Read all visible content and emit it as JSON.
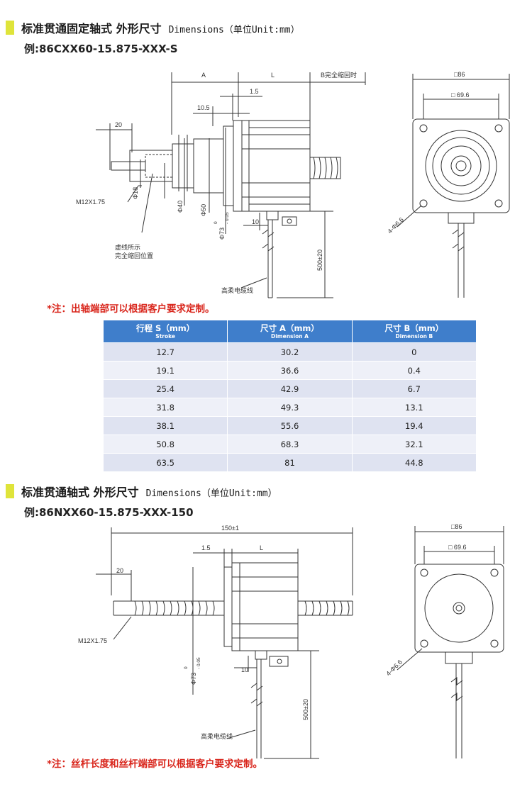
{
  "section1": {
    "title": "标准贯通固定轴式 外形尺寸",
    "title_en": "Dimensions（单位Unit:mm）",
    "model": "例:86CXX60-15.875-XXX-S",
    "labels": {
      "A": "A",
      "L": "L",
      "B": "B完全缩回时",
      "d15": "1.5",
      "d105": "10.5",
      "d20": "20",
      "m12": "M12X1.75",
      "phi18": "Φ18",
      "phi40": "Φ40",
      "phi50": "Φ50",
      "phi73": "Φ73",
      "tol0": "0",
      "tolneg": "- 0.05",
      "d10": "10",
      "dashed1": "虚线所示",
      "dashed2": "完全缩回位置",
      "d500": "500±20",
      "cable": "高柔电缆线",
      "sq86": "□86",
      "sq696": "□ 69.6",
      "holes": "4-Φ6.6"
    },
    "note": "*注：出轴端部可以根据客户要求定制。"
  },
  "table": {
    "headers": [
      {
        "zh": "行程 S（mm）",
        "en": "Stroke"
      },
      {
        "zh": "尺寸 A（mm）",
        "en": "Dimension A"
      },
      {
        "zh": "尺寸 B（mm）",
        "en": "Dimension B"
      }
    ],
    "rows": [
      [
        "12.7",
        "30.2",
        "0"
      ],
      [
        "19.1",
        "36.6",
        "0.4"
      ],
      [
        "25.4",
        "42.9",
        "6.7"
      ],
      [
        "31.8",
        "49.3",
        "13.1"
      ],
      [
        "38.1",
        "55.6",
        "19.4"
      ],
      [
        "50.8",
        "68.3",
        "32.1"
      ],
      [
        "63.5",
        "81",
        "44.8"
      ]
    ]
  },
  "section2": {
    "title": "标准贯通轴式 外形尺寸",
    "title_en": "Dimensions（单位Unit:mm）",
    "model": "例:86NXX60-15.875-XXX-150",
    "labels": {
      "d150": "150±1",
      "d15": "1.5",
      "L": "L",
      "d20": "20",
      "m12": "M12X1.75",
      "phi73": "Φ73",
      "tol0": "0",
      "tolneg": "- 0.05",
      "d10": "10",
      "d500": "500±20",
      "cable": "高柔电缆线",
      "sq86": "□86",
      "sq696": "□ 69.6",
      "holes": "4-Φ6.6"
    },
    "note": "*注：丝杆长度和丝杆端部可以根据客户要求定制。"
  },
  "colors": {
    "accent_bar": "#dfe43a",
    "table_header": "#3f7ecb",
    "note_red": "#d9261c"
  }
}
